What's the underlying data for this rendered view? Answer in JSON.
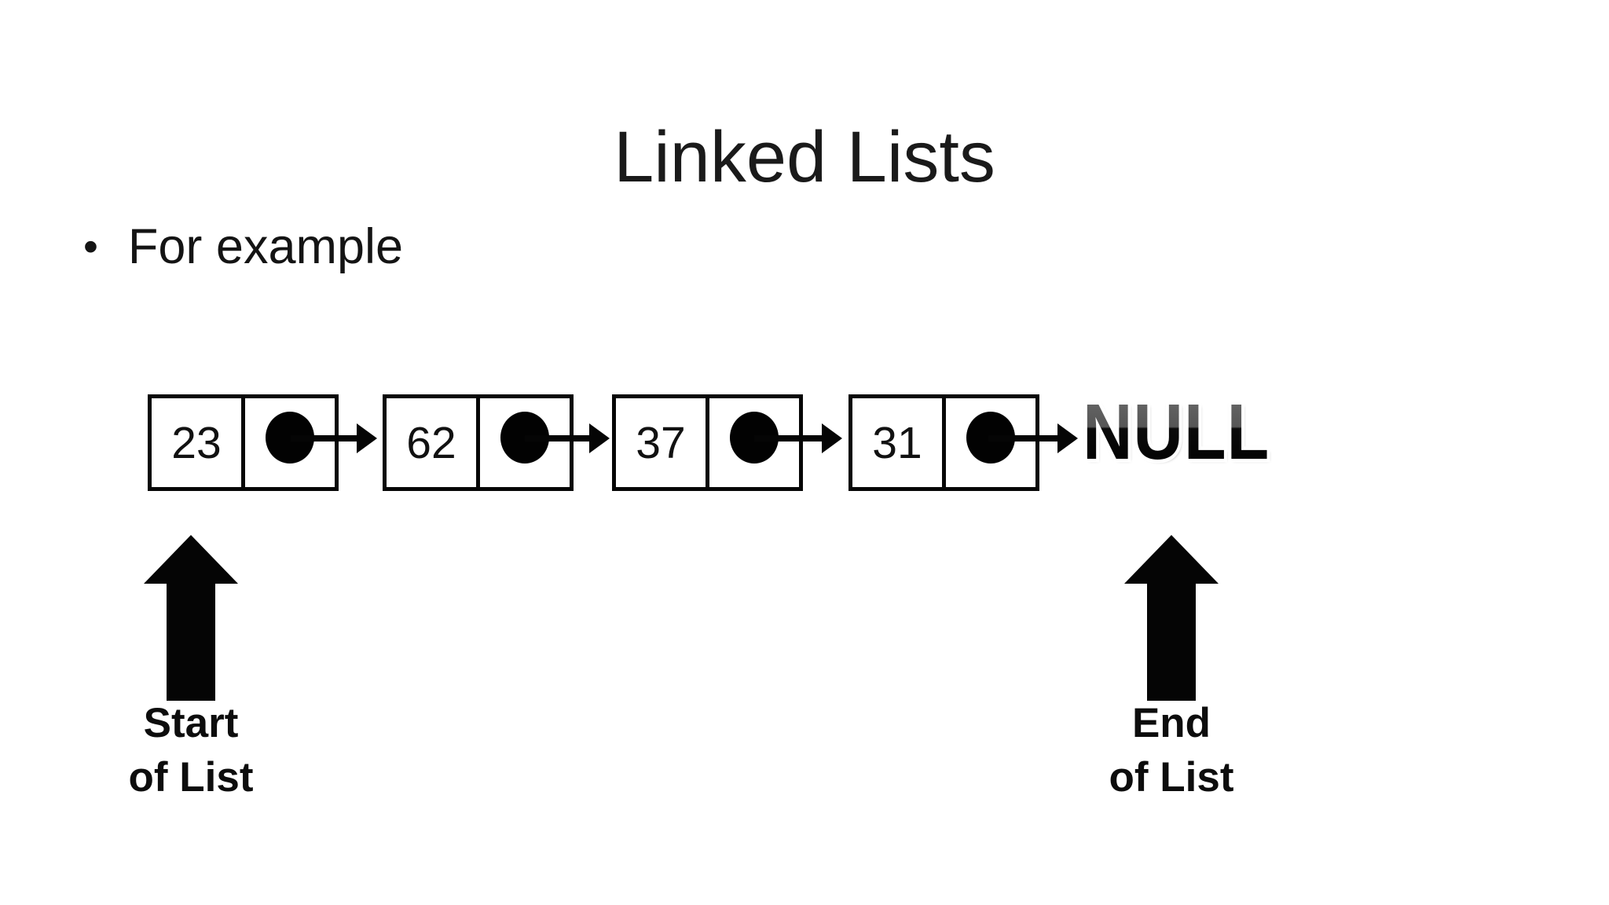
{
  "slide": {
    "title": "Linked Lists",
    "bullet_glyph": "•",
    "bullet_text": "For example"
  },
  "diagram": {
    "nodes": [
      {
        "value": "23"
      },
      {
        "value": "62"
      },
      {
        "value": "37"
      },
      {
        "value": "31"
      }
    ],
    "null_label": "NULL",
    "start_pointer": {
      "line1": "Start",
      "line2": "of List"
    },
    "end_pointer": {
      "line1": "End",
      "line2": "of List"
    }
  },
  "colors": {
    "ink": "#111111",
    "background": "#ffffff",
    "null_gradient_top": "#5e5e5e",
    "null_gradient_bottom": "#000000",
    "null_outline": "#ffffff"
  }
}
